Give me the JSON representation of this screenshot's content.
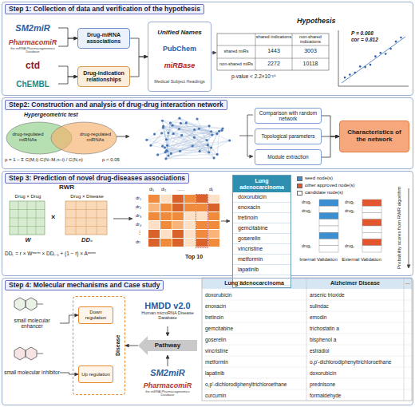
{
  "diagram": {
    "nodes": [
      {
        "text": [
          "Step 1: Collection of data and verification of the hypothesis"
        ]
      },
      {
        "text": [
          "SM2miR"
        ],
        "in": 0
      },
      {
        "text": [
          "PharmacomiR",
          "the miRNA Pharmacogenomics Database"
        ],
        "in": 0
      },
      {
        "text": [
          "ctd"
        ],
        "in": 0
      },
      {
        "text": [
          "ChEMBL"
        ],
        "in": 0
      },
      {
        "text": [
          "Drug-miRNA associations"
        ],
        "in": 0
      },
      {
        "text": [
          "Drug-indication relationships"
        ],
        "in": 0
      },
      {
        "text": [
          "Unified Names",
          "PubChem",
          "miRBase",
          "Medical Subject Headings"
        ],
        "in": 0
      },
      {
        "text": [
          "Step2: Construction and analysis of drug-drug interaction network"
        ]
      },
      {
        "text": [
          "drug-regulated miRNAs"
        ],
        "in": 8
      },
      {
        "text": [
          "drug-regulated miRNAs"
        ],
        "in": 8
      },
      {
        "text": [
          "Comparison with random network"
        ],
        "in": 8
      },
      {
        "text": [
          "Topological parameters"
        ],
        "in": 8
      },
      {
        "text": [
          "Module extraction"
        ],
        "in": 8
      },
      {
        "text": [
          "Characteristics of the network"
        ],
        "in": 8
      },
      {
        "text": [
          "Step 3: Prediction of novel drug-diseases associations"
        ]
      },
      {
        "text": [
          "Drug × Drug",
          "W"
        ],
        "in": 15
      },
      {
        "text": [
          "Drug × Disease",
          "DD₀"
        ],
        "in": 15
      },
      {
        "text": [
          "Lung adenocarcinoma",
          "doxorubicin",
          "enoxacin",
          "tretinoin",
          "gemcitabine",
          "goserelin",
          "vincristine",
          "metformin",
          "lapatinib",
          "..."
        ],
        "in": 15
      },
      {
        "text": [
          "Step 4: Molecular mechanisms and Case study"
        ]
      },
      {
        "text": [
          "small molecular enhancer"
        ],
        "in": 19
      },
      {
        "text": [
          "small molecular inhibitor"
        ],
        "in": 19
      },
      {
        "text": [
          "Disease"
        ],
        "in": 19
      },
      {
        "text": [
          "Down regulation"
        ],
        "in": 22
      },
      {
        "text": [
          "Up regulation"
        ],
        "in": 22
      },
      {
        "text": [
          "HMDD v2.0",
          "Human microRNA Disease Database"
        ],
        "in": 19
      },
      {
        "text": [
          "Pathway"
        ],
        "in": 19
      },
      {
        "text": [
          "SM2miR"
        ],
        "in": 19
      },
      {
        "text": [
          "PharmacomiR",
          "the miRNA Pharmacogenomics Database"
        ],
        "in": 19
      }
    ],
    "edges": [
      {
        "from": 1,
        "to": 5,
        "arrow": "to"
      },
      {
        "from": 2,
        "to": 5,
        "arrow": "to"
      },
      {
        "from": 3,
        "to": 6,
        "arrow": "to"
      },
      {
        "from": 4,
        "to": 6,
        "arrow": "to"
      },
      {
        "from": 5,
        "to": 7,
        "arrow": "to"
      },
      {
        "from": 6,
        "to": 7,
        "arrow": "to"
      },
      {
        "from": 11,
        "to": 14,
        "arrow": "to"
      },
      {
        "from": 12,
        "to": 14,
        "arrow": "to"
      },
      {
        "from": 13,
        "to": 14,
        "arrow": "to"
      },
      {
        "from": 25,
        "to": 26,
        "arrow": "to"
      },
      {
        "from": 27,
        "to": 26,
        "arrow": "to"
      },
      {
        "from": 26,
        "to": 22,
        "arrow": "to"
      },
      {
        "from": 20,
        "to": 23,
        "arrow": "to"
      },
      {
        "from": 21,
        "to": 24,
        "arrow": "to"
      }
    ],
    "labels": [
      "Hypothesis",
      "shared indications",
      "non-shared indications",
      "shared miRs",
      "1443",
      "3003",
      "non-shared miRs",
      "2272",
      "10118",
      "p-value < 2.2×10⁻¹⁶",
      "P = 0.008",
      "cor = 0.812",
      "Hypergeometric test",
      "p = 1 − Σ C(M,i)·C(N−M,n−i) / C(N,n)",
      "p < 0.05",
      "RWR",
      "×",
      "DDₜ = r × Wⁿᵒʳᵐ × DDₜ₋₁ + (1 − r) × Aⁿᵒʳᵐ",
      "di₁",
      "di₂",
      "......",
      "diⱼ",
      "dr₁",
      "dr₂",
      "dr₃",
      "dr₄",
      "⋮",
      "drᵢ",
      "Top 10",
      "drug₁",
      "drug₂",
      "drugₙ",
      "drug₁",
      "drug₂",
      "drugₙ",
      "Internal Validation",
      "External Validation",
      "Probability scores from RWR algorithm",
      "Lung adenocarcinoma",
      "Alzheimer Disease",
      "...",
      "doxorubicin",
      "arsenic trioxide",
      "enoxacin",
      "sulindac",
      "tretinoin",
      "emodin",
      "gemcitabine",
      "trichostatin a",
      "goserelin",
      "bisphenol a",
      "vincristine",
      "estradiol",
      "metformin",
      "o,p'-dichlorodiphenyltrichloroethane",
      "lapatinib",
      "doxorubicin",
      "o,p'-dichlorodiphenyltrichloroethane",
      "prednisone",
      "curcumin",
      "formaldehyde"
    ],
    "legend": [
      {
        "text": "seed node(s)",
        "color": "#3b8fd0"
      },
      {
        "text": "other approved node(s)",
        "color": "#e4572e"
      },
      {
        "text": "candidate node(s)",
        "color": "#ffffff"
      }
    ]
  }
}
